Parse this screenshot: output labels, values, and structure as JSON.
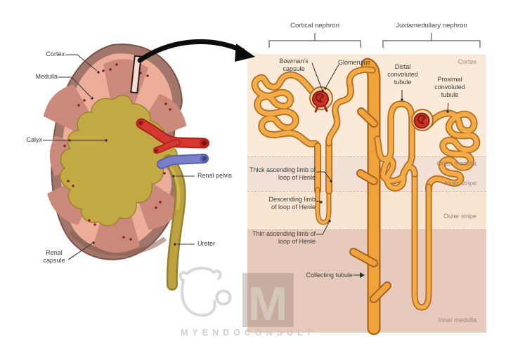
{
  "kidney": {
    "labels": {
      "cortex": "Cortex",
      "medulla": "Medulla",
      "calyx": "Calyx",
      "renal_pelvis": "Renal pelvis",
      "ureter": "Ureter",
      "renal_capsule": "Renal capsule"
    }
  },
  "nephron": {
    "brackets": {
      "cortical": "Cortical nephron",
      "juxtamedullary": "Juxtamedullary nephron"
    },
    "regions": {
      "cortex": "Cortex",
      "outer_medulla": "Outer medulla",
      "inner_stripe": "Inner stripe",
      "outer_stripe": "Outer stripe",
      "inner_medulla": "Inner medulla"
    },
    "labels": {
      "bowmans_capsule": "Bowman's capsule",
      "glomerulus": "Glomerulus",
      "distal_convoluted_tubule": "Distal convoluted tubule",
      "proximal_convoluted_tubule": "Proximal convoluted tubule",
      "thick_ascending": "Thick ascending limb of loop of Henle",
      "descending": "Descending limb of loop of Henle",
      "thin_ascending": "Thin ascending limb of loop of Henle",
      "collecting_tubule": "Collecting tubule"
    }
  },
  "watermark": {
    "brand": "MYENDOCONSULT",
    "logo_letter": "M"
  },
  "colors": {
    "panel_cortex": "#fcead9",
    "panel_outer_medulla": "#f2dfd6",
    "panel_outer_stripe": "#f8e5d1",
    "panel_inner_medulla": "#e7cabb",
    "tubule_fill": "#f2ab46",
    "tubule_outline": "#b26d1f",
    "glomerulus_red": "#cc3222",
    "kidney_capsule": "#a3766b",
    "kidney_cortex": "#ecae99",
    "pyramid": "#cb897b",
    "pelvis_olive": "#c3aa45",
    "artery_red": "#d73731",
    "vein_blue": "#7a7fc9"
  }
}
